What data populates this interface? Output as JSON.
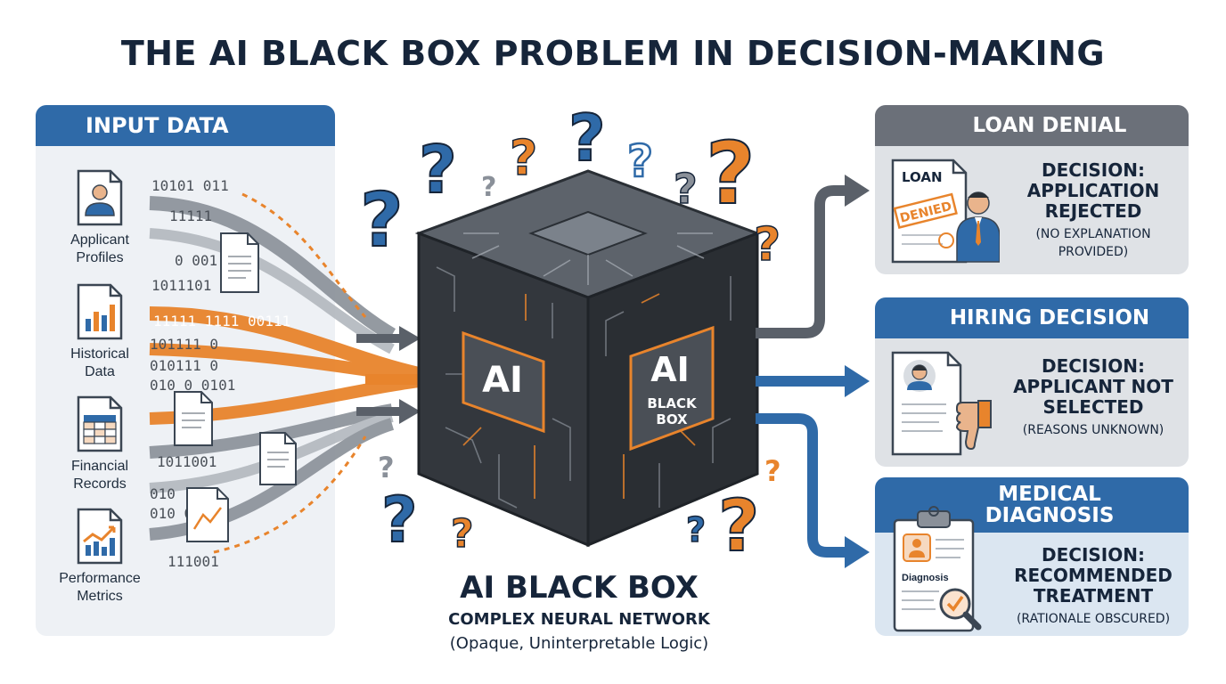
{
  "title": "THE AI BLACK BOX PROBLEM IN DECISION-MAKING",
  "input_panel": {
    "header": "INPUT DATA",
    "items": [
      {
        "line1": "Applicant",
        "line2": "Profiles",
        "icon": "person-doc-icon"
      },
      {
        "line1": "Historical",
        "line2": "Data",
        "icon": "bar-chart-doc-icon"
      },
      {
        "line1": "Financial",
        "line2": "Records",
        "icon": "spreadsheet-doc-icon"
      },
      {
        "line1": "Performance",
        "line2": "Metrics",
        "icon": "trend-chart-doc-icon"
      }
    ],
    "binary_strings": [
      "10101 011",
      "11111",
      "0 001",
      "1011101",
      "11111 1111 00111",
      "101111 0",
      "010111 0",
      "010 0 0101",
      "1011001",
      "010",
      "010 0",
      "111001"
    ]
  },
  "center": {
    "label_front": "AI",
    "label_side_big": "AI",
    "label_side_small1": "BLACK",
    "label_side_small2": "BOX",
    "title": "AI BLACK BOX",
    "subtitle": "COMPLEX NEURAL NETWORK",
    "note": "(Opaque, Uninterpretable Logic)"
  },
  "outputs": [
    {
      "header": "LOAN DENIAL",
      "decision_line1": "DECISION:",
      "decision_line2": "APPLICATION",
      "decision_line3": "REJECTED",
      "reason_line1": "(NO EXPLANATION",
      "reason_line2": "PROVIDED)",
      "card_title": "LOAN",
      "stamp": "DENIED",
      "icon": "denied-letter-icon"
    },
    {
      "header": "HIRING DECISION",
      "decision_line1": "DECISION:",
      "decision_line2": "APPLICANT NOT",
      "decision_line3": "SELECTED",
      "reason_line1": "(REASONS UNKNOWN)",
      "reason_line2": "",
      "icon": "thumbs-down-icon"
    },
    {
      "header_line1": "MEDICAL",
      "header_line2": "DIAGNOSIS",
      "decision_line1": "DECISION:",
      "decision_line2": "RECOMMENDED",
      "decision_line3": "TREATMENT",
      "reason_line1": "(RATIONALE OBSCURED)",
      "reason_line2": "",
      "card_title": "Diagnosis",
      "icon": "clipboard-magnifier-icon"
    }
  ],
  "colors": {
    "navy": "#16253a",
    "blue": "#2f6aa8",
    "orange": "#e8842c",
    "gray": "#6b7079"
  }
}
